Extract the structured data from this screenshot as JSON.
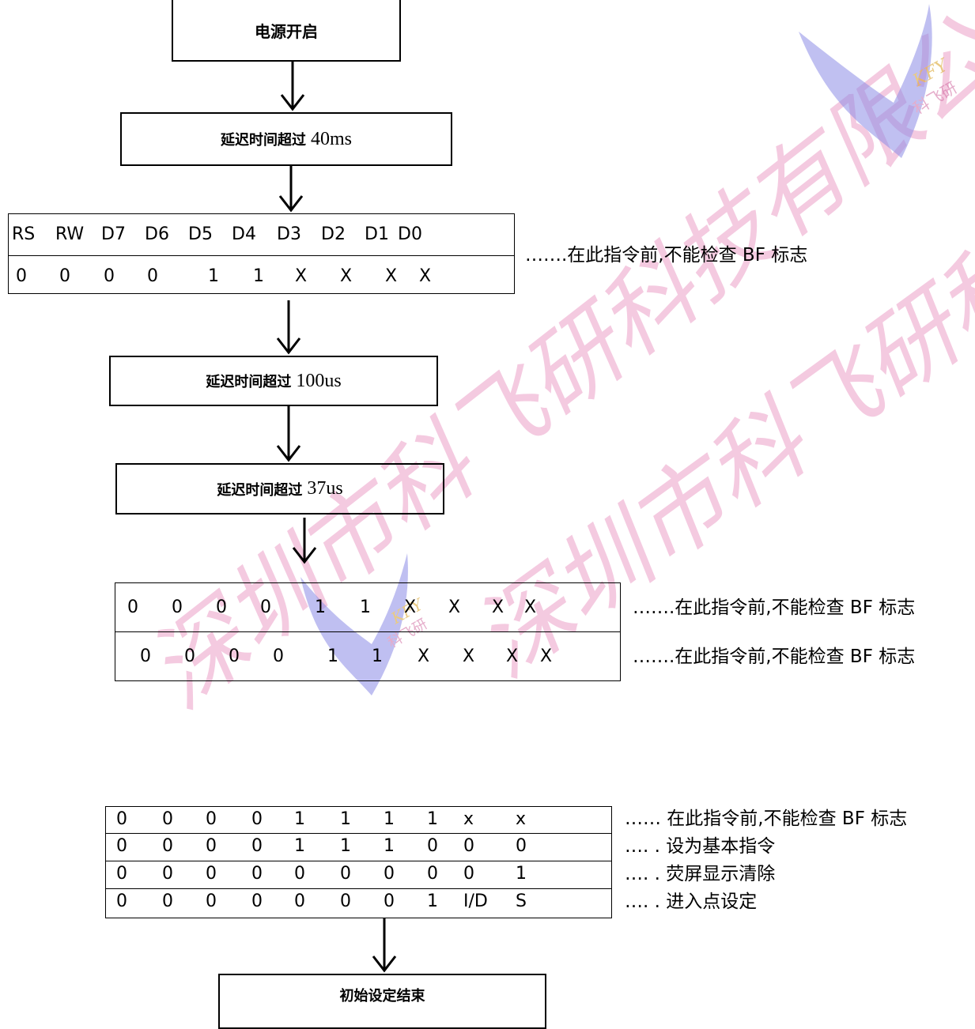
{
  "start": {
    "label": "电源开启"
  },
  "delay1": {
    "label": "延迟时间超过",
    "value": "40ms"
  },
  "table1": {
    "headers": [
      "RS",
      "RW",
      "D7",
      "D6",
      "D5",
      "D4",
      "D3",
      "D2",
      "D1",
      "D0"
    ],
    "row": [
      "0",
      "0",
      "0",
      "0",
      "1",
      "1",
      "X",
      "X",
      "X",
      "X"
    ],
    "note": "…….在此指令前,不能检查 BF 标志"
  },
  "delay2": {
    "label": "延迟时间超过",
    "value": "100us"
  },
  "delay3": {
    "label": "延迟时间超过",
    "value": "37us"
  },
  "table2": {
    "rows": [
      [
        "0",
        "0",
        "0",
        "0",
        "1",
        "1",
        "X",
        "X",
        "X",
        "X"
      ],
      [
        "0",
        "0",
        "0",
        "0",
        "1",
        "1",
        "X",
        "X",
        "X",
        "X"
      ]
    ],
    "notes": [
      "…….在此指令前,不能检查 BF 标志",
      "…….在此指令前,不能检查 BF 标志"
    ]
  },
  "table3": {
    "rows": [
      [
        "0",
        "0",
        "0",
        "0",
        "1",
        "1",
        "1",
        "1",
        "x",
        "x"
      ],
      [
        "0",
        "0",
        "0",
        "0",
        "1",
        "1",
        "1",
        "0",
        "0",
        "0"
      ],
      [
        "0",
        "0",
        "0",
        "0",
        "0",
        "0",
        "0",
        "0",
        "0",
        "1"
      ],
      [
        "0",
        "0",
        "0",
        "0",
        "0",
        "0",
        "0",
        "1",
        "I/D",
        "S"
      ]
    ],
    "notes": [
      "…… 在此指令前,不能检查 BF 标志",
      "…. . 设为基本指令",
      "…. . 荧屏显示清除",
      "…. . 进入点设定"
    ]
  },
  "end": {
    "label": "初始设定结束"
  },
  "watermark": {
    "text1": "深圳市科飞研科技有限公司",
    "text2": "深圳市科飞研科技有限",
    "logo": "KFY",
    "logo_cn": "科飞研",
    "color": "#e8a0c8",
    "logo_color": "#8a8ae0"
  }
}
